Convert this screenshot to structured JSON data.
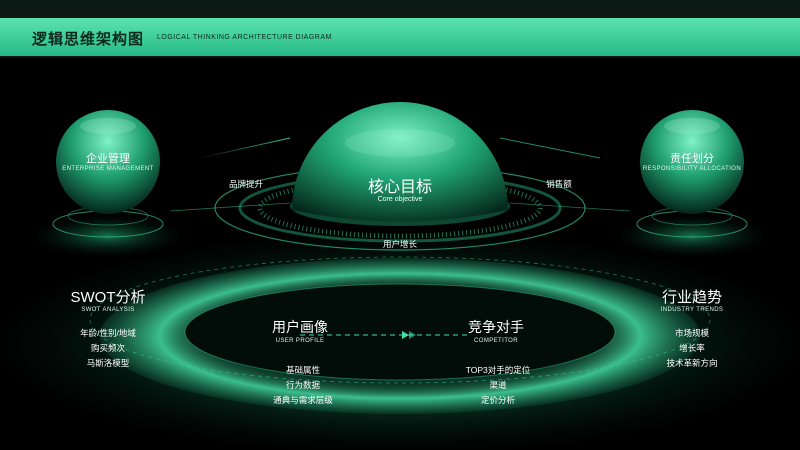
{
  "header": {
    "title_cn": "逻辑思维架构图",
    "title_en": "LOGICAL THINKING ARCHITECTURE DIAGRAM"
  },
  "core": {
    "title": "核心目标",
    "subtitle": "Core objective"
  },
  "dome_labels": {
    "left": "品牌提升",
    "right": "销售额",
    "bottom": "用户增长"
  },
  "left_sphere": {
    "title": "企业管理",
    "subtitle": "ENTERPRISE MANAGEMENT"
  },
  "right_sphere": {
    "title": "责任划分",
    "subtitle": "RESPONSIBILITY ALLOCATION"
  },
  "swot": {
    "title": "SWOT分析",
    "subtitle": "SWOT ANALYSIS",
    "items": [
      "年龄/性别/地域",
      "购买频次",
      "马斯洛模型"
    ]
  },
  "industry": {
    "title": "行业趋势",
    "subtitle": "INDUSTRY TRENDS",
    "items": [
      "市场规模",
      "增长率",
      "技术革新方向"
    ]
  },
  "user_profile": {
    "title": "用户画像",
    "subtitle": "USER PROFILE",
    "items": [
      "基础属性",
      "行为数据",
      "通典与需求层级"
    ]
  },
  "competitor": {
    "title": "竞争对手",
    "subtitle": "COMPETITOR",
    "items": [
      "TOP3对手的定位",
      "渠道",
      "定价分析"
    ]
  },
  "colors": {
    "accent": "#3ee0a8",
    "dark_green": "#0f5a40",
    "background": "#000000"
  }
}
